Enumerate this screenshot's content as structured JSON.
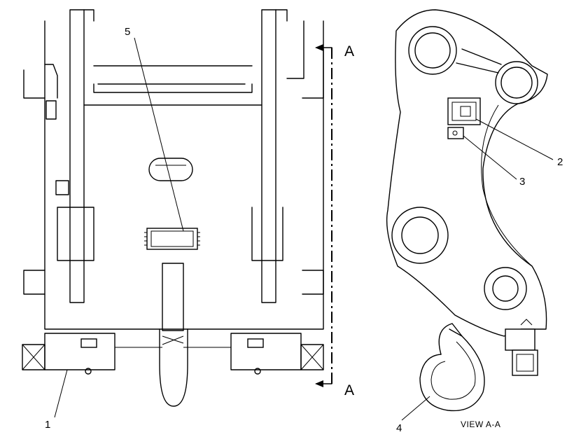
{
  "callouts": {
    "c1": "1",
    "c2": "2",
    "c3": "3",
    "c4": "4",
    "c5": "5"
  },
  "section_marks": {
    "top": "A",
    "bottom": "A"
  },
  "view_caption": "VIEW A-A"
}
